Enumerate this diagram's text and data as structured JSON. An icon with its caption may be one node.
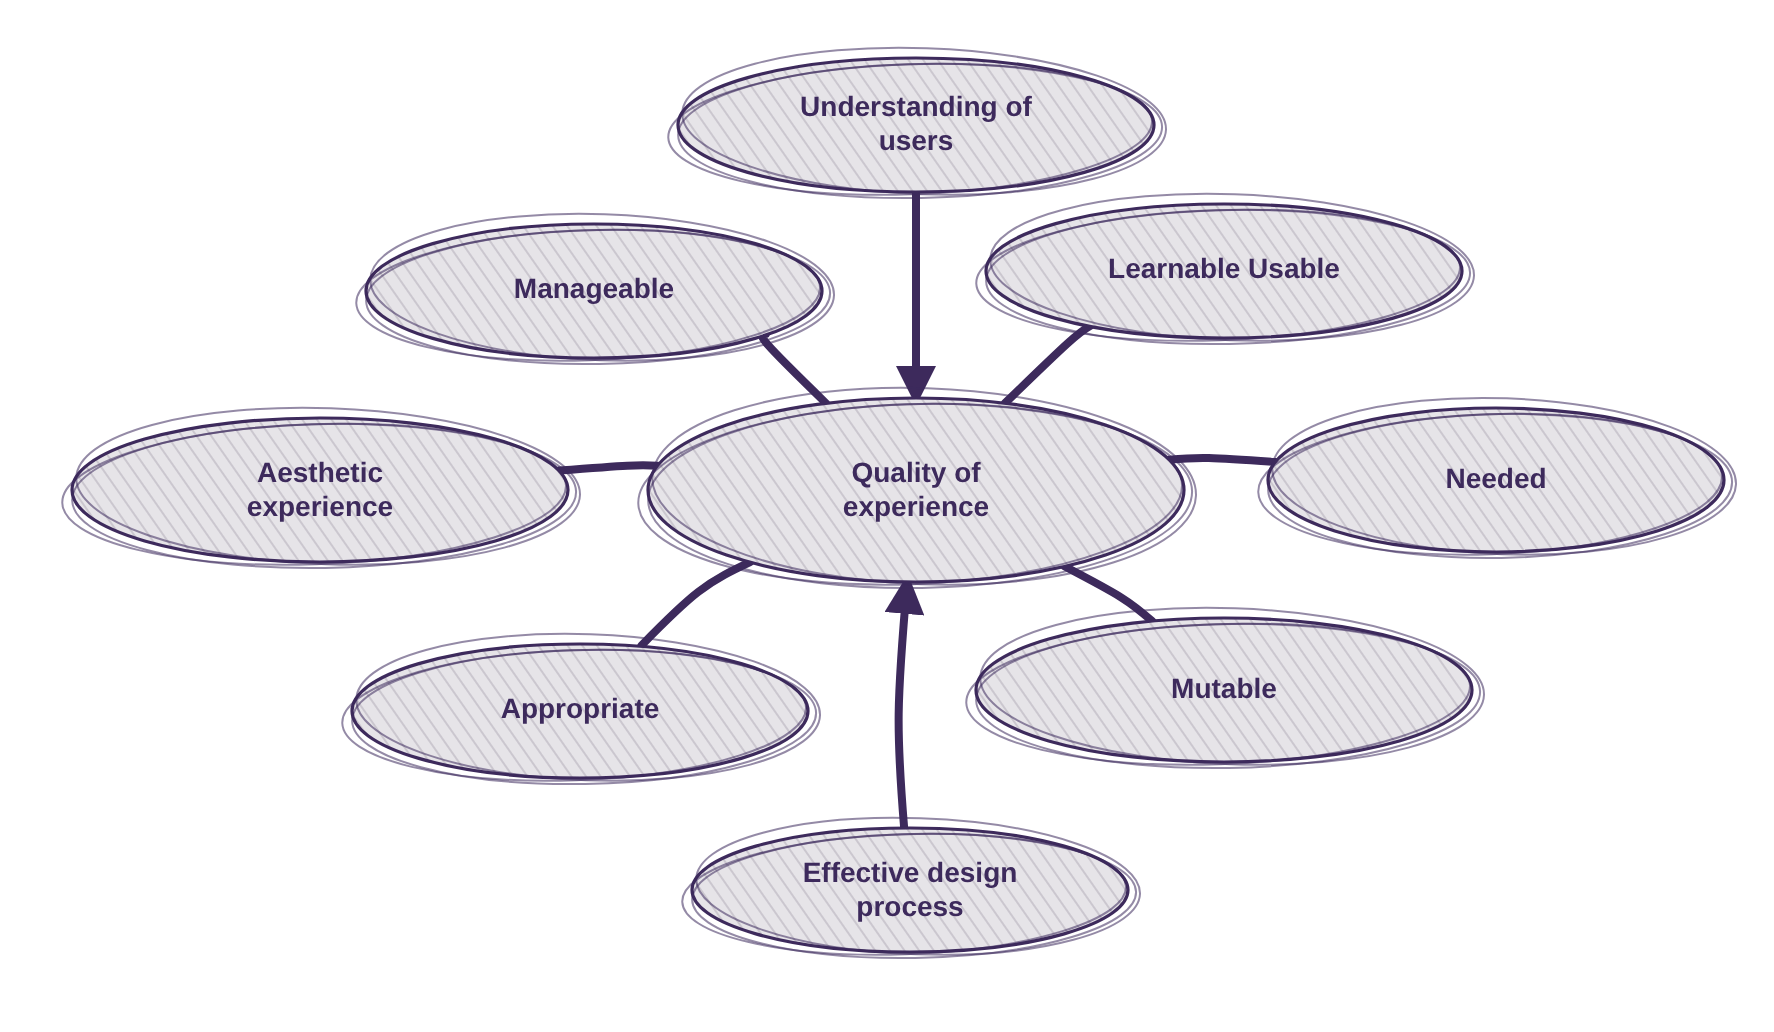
{
  "diagram": {
    "nodes": [
      {
        "text": [
          "Quality of experience"
        ]
      },
      {
        "text": [
          "Understanding of users"
        ]
      },
      {
        "text": [
          "Manageable"
        ]
      },
      {
        "text": [
          "Learnable Usable"
        ]
      },
      {
        "text": [
          "Aesthetic experience"
        ]
      },
      {
        "text": [
          "Needed"
        ]
      },
      {
        "text": [
          "Appropriate"
        ]
      },
      {
        "text": [
          "Mutable"
        ]
      },
      {
        "text": [
          "Effective design process"
        ]
      }
    ],
    "edges": [
      {
        "from": 1,
        "to": 0,
        "arrow": "to"
      },
      {
        "from": 2,
        "to": 0,
        "arrow": "none"
      },
      {
        "from": 3,
        "to": 0,
        "arrow": "none"
      },
      {
        "from": 4,
        "to": 0,
        "arrow": "none"
      },
      {
        "from": 5,
        "to": 0,
        "arrow": "none"
      },
      {
        "from": 6,
        "to": 0,
        "arrow": "none"
      },
      {
        "from": 7,
        "to": 0,
        "arrow": "none"
      },
      {
        "from": 8,
        "to": 0,
        "arrow": "to"
      }
    ]
  }
}
